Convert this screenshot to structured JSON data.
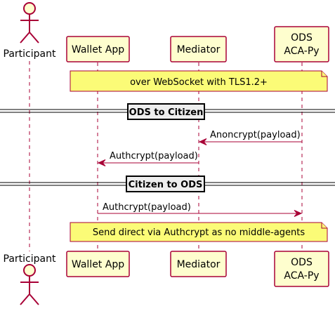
{
  "participants": {
    "participant": {
      "name": "Participant"
    },
    "wallet": {
      "name": "Wallet App"
    },
    "mediator": {
      "name": "Mediator"
    },
    "ods": {
      "line1": "ODS",
      "line2": "ACA-Py"
    }
  },
  "notes": {
    "top": "over WebSocket with TLS1.2+",
    "bottom": "Send direct via Authcrypt as no middle-agents"
  },
  "dividers": {
    "ods_to_citizen": "ODS to Citizen",
    "citizen_to_ods": "Citizen to ODS"
  },
  "messages": {
    "anoncrypt": "Anoncrypt(payload)",
    "authcrypt_to_wallet": "Authcrypt(payload)",
    "authcrypt_to_ods": "Authcrypt(payload)"
  },
  "colors": {
    "participant_fill": "#FEFECE",
    "border": "#A80036",
    "note_fill": "#FBFB77",
    "divider_fill": "#EEEEEE"
  }
}
